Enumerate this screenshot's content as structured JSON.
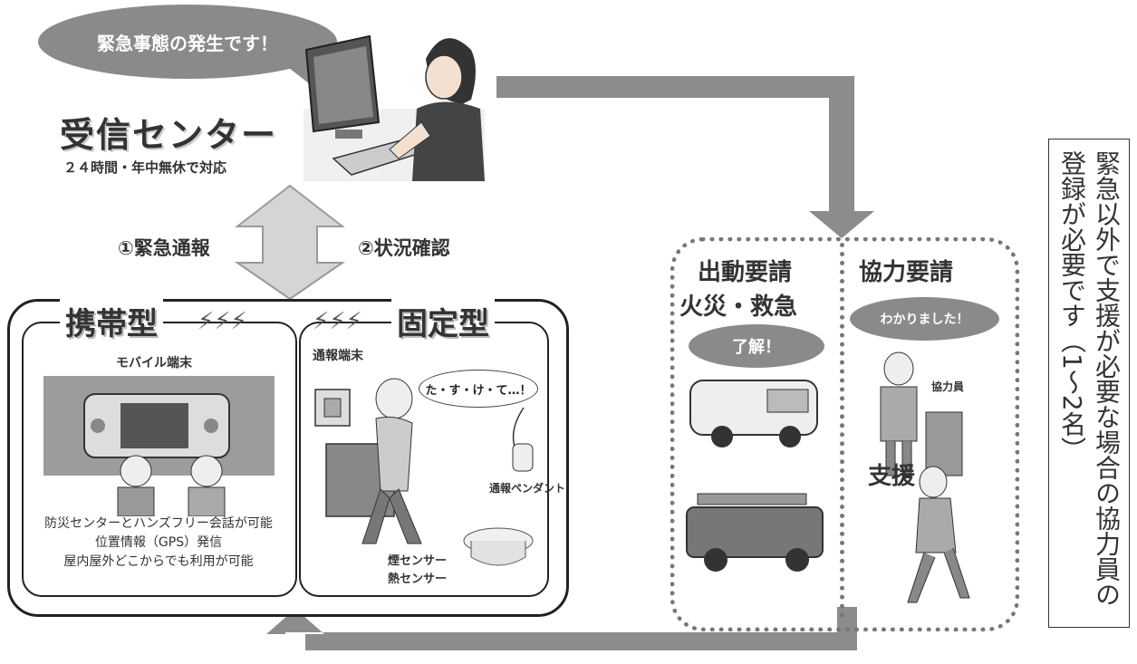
{
  "top_bubble": "緊急事態の発生です！",
  "reception_center": {
    "title": "受信センター",
    "subtitle": "２４時間・年中無休で対応"
  },
  "steps": {
    "emergency_call": "①緊急通報",
    "status_check": "②状況確認"
  },
  "portable": {
    "title": "携帯型",
    "device_label": "モバイル端末",
    "features": [
      "防災センターとハンズフリー会話が可能",
      "位置情報（GPS）発信",
      "屋内屋外どこからでも利用が可能"
    ]
  },
  "fixed": {
    "title": "固定型",
    "device_label": "通報端末",
    "speech": "た・す・け・て…！",
    "pendant_label": "通報ペンダント",
    "sensor_labels": [
      "煙センサー",
      "熱センサー"
    ]
  },
  "dispatch": {
    "title": "出動要請",
    "category": "火災・救急",
    "speech": "了解！"
  },
  "cooperation": {
    "title": "協力要請",
    "speech": "わかりました！",
    "helper_label": "協力員",
    "support_label": "支援"
  },
  "side_note": {
    "lines": [
      "緊急以外で支援が必要な場合の協力員の",
      "登録が必要です（1～2名）"
    ]
  }
}
